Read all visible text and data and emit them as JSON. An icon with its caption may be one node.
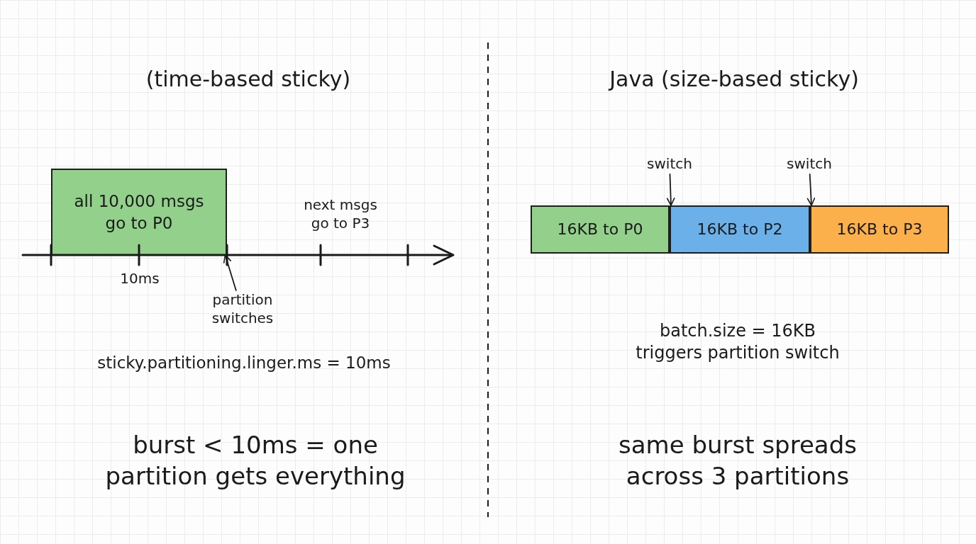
{
  "diagram": {
    "nodes": [
      {
        "text": [
          "all 10,000 msgs go to P0"
        ]
      },
      {
        "text": [
          "partition switches"
        ]
      },
      {
        "text": [
          "switch"
        ]
      },
      {
        "text": [
          "switch"
        ]
      },
      {
        "text": [
          "16KB to P0"
        ]
      },
      {
        "text": [
          "16KB to P2"
        ]
      },
      {
        "text": [
          "16KB to P3"
        ]
      }
    ],
    "edges": [
      {
        "from": 1,
        "to": 0,
        "arrow": "to"
      },
      {
        "from": 2,
        "to": 5,
        "arrow": "to"
      },
      {
        "from": 3,
        "to": 6,
        "arrow": "to"
      }
    ],
    "labels": [
      "(time-based sticky)",
      "next msgs go to P3",
      "10ms",
      "sticky.partitioning.linger.ms = 10ms",
      "burst < 10ms = one partition gets everything",
      "Java (size-based sticky)",
      "batch.size = 16KB triggers partition switch",
      "same burst spreads across 3 partitions"
    ]
  }
}
